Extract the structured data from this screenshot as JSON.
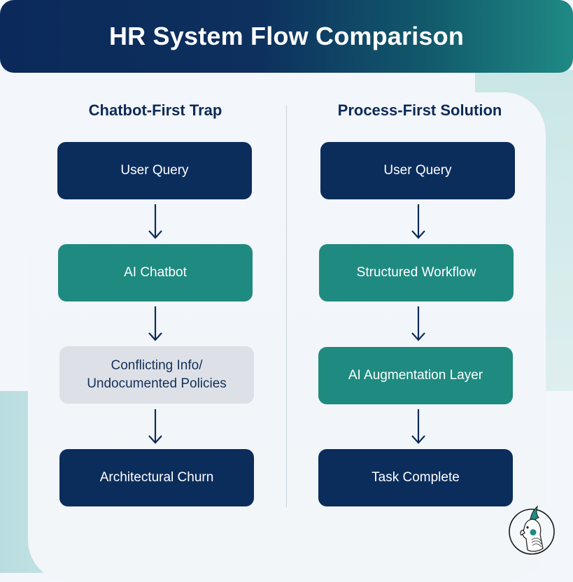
{
  "title": "HR System Flow Comparison",
  "columns": [
    {
      "heading": "Chatbot-First Trap",
      "steps": [
        {
          "label": "User Query",
          "style": "navy"
        },
        {
          "label": "AI Chatbot",
          "style": "teal"
        },
        {
          "label": "Conflicting Info/\nUndocumented Policies",
          "style": "gray"
        },
        {
          "label": "Architectural Churn",
          "style": "navy"
        }
      ]
    },
    {
      "heading": "Process-First Solution",
      "steps": [
        {
          "label": "User Query",
          "style": "navy"
        },
        {
          "label": "Structured Workflow",
          "style": "teal"
        },
        {
          "label": "AI Augmentation Layer",
          "style": "teal"
        },
        {
          "label": "Task Complete",
          "style": "navy"
        }
      ]
    }
  ],
  "icons": {
    "arrow": "arrow-down-icon",
    "logo": "cockatoo-logo-icon"
  },
  "colors": {
    "navy": "#0b2d5c",
    "teal": "#1f8a80",
    "gray": "#dde1e7",
    "heading": "#0d2b57",
    "arrow": "#0d2b57"
  }
}
